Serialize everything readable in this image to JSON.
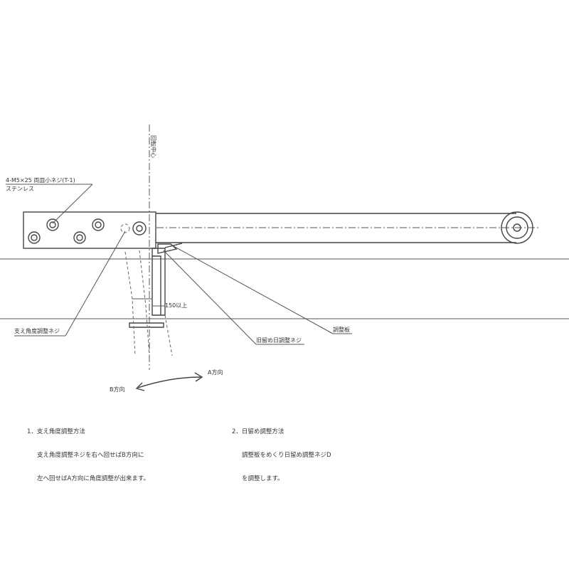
{
  "labels": {
    "screw_spec": "4-M5×25 両皿小ネジ(T-1)",
    "material": "ステンレス",
    "vertical_mark": "回転中心",
    "angle_screw": "支え角度調整ネジ",
    "dim_150": "150以上",
    "stop_screw": "旧留め日調整ネジ",
    "plate": "調整板",
    "dir_a": "A方向",
    "dir_b": "B方向"
  },
  "notes": {
    "note1": {
      "title": "1．支え角度調整方法",
      "line1": "支え角度調整ネジを右へ回せばB方向に",
      "line2": "左へ回せばA方向に角度調整が出来ます。"
    },
    "note2": {
      "title": "2．日留め調整方法",
      "line1": "調整板をめくり日留め調整ネジD",
      "line2": "を調整します。"
    }
  }
}
